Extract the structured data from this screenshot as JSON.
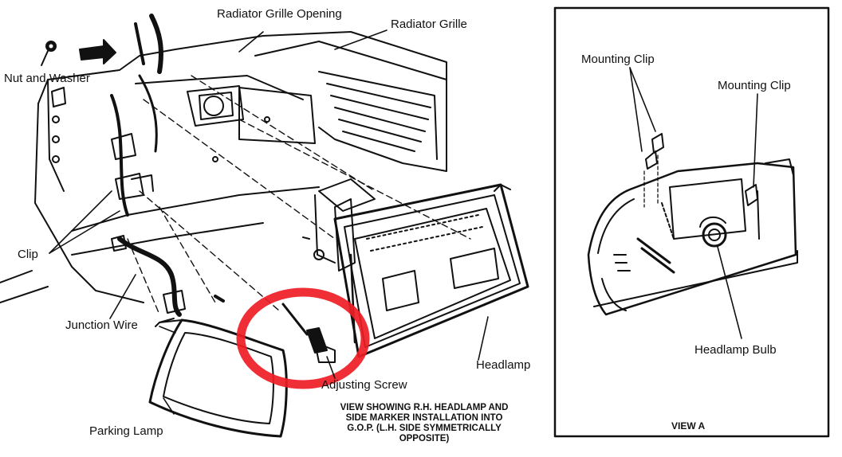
{
  "labels": {
    "radiator_grille_opening": "Radiator Grille Opening",
    "radiator_grille": "Radiator Grille",
    "nut_and_washer": "Nut and Washer",
    "clip": "Clip",
    "junction_wire": "Junction Wire",
    "parking_lamp": "Parking Lamp",
    "adjusting_screw": "Adjusting Screw",
    "headlamp": "Headlamp",
    "mounting_clip_left": "Mounting Clip",
    "mounting_clip_right": "Mounting Clip",
    "headlamp_bulb": "Headlamp Bulb"
  },
  "caption": {
    "line1": "VIEW SHOWING R.H. HEADLAMP AND",
    "line2": "SIDE MARKER INSTALLATION INTO",
    "line3": "G.O.P. (L.H. SIDE SYMMETRICALLY",
    "line4": "OPPOSITE)"
  },
  "view_a": {
    "title": "VIEW A"
  },
  "colors": {
    "line": "#111111",
    "highlight": "#ee1c25",
    "background": "#ffffff"
  }
}
